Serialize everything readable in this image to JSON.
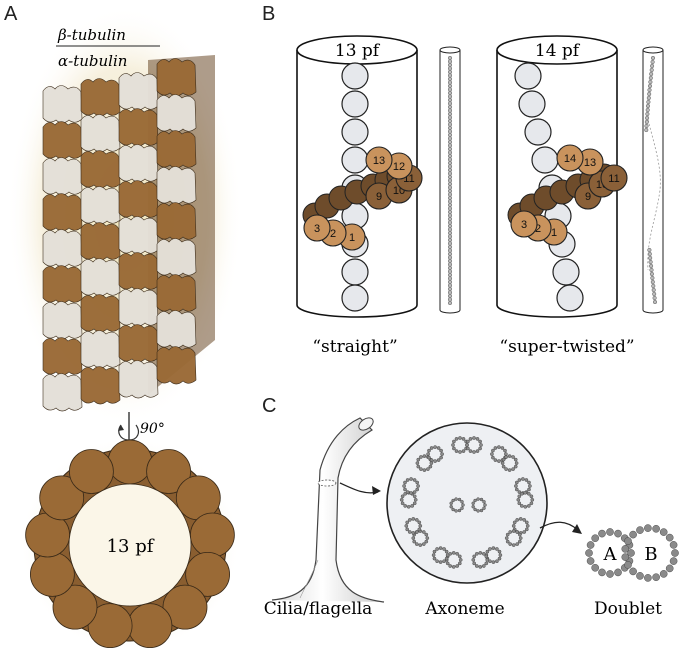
{
  "panels": {
    "a": "A",
    "b": "B",
    "c": "C"
  },
  "panel_a": {
    "beta_label": "β-tubulin",
    "alpha_label": "α-tubulin",
    "rotation_label": "90°",
    "ring_label": "13 pf",
    "colors": {
      "beta": "#e4e0d8",
      "alpha": "#9a6a36",
      "glow": "#ece0b4"
    }
  },
  "panel_b": {
    "left": {
      "title": "13 pf",
      "caption": "“straight”",
      "numbers": [
        "1",
        "2",
        "3",
        "9",
        "10",
        "11",
        "12",
        "13"
      ]
    },
    "right": {
      "title": "14 pf",
      "caption": "“super-twisted”",
      "numbers": [
        "1",
        "2",
        "3",
        "9",
        "10",
        "11",
        "13",
        "14"
      ]
    },
    "colors": {
      "sphere": "#e6e8ec",
      "brown_light": "#c9935d",
      "brown_dark": "#6e4c2b"
    }
  },
  "panel_c": {
    "labels": {
      "cilia": "Cilia/flagella",
      "axoneme": "Axoneme",
      "doublet": "Doublet"
    },
    "doublet_letters": {
      "a": "A",
      "b": "B"
    },
    "colors": {
      "bead": "#8a8a8a",
      "disc": "#eef0f3"
    }
  }
}
